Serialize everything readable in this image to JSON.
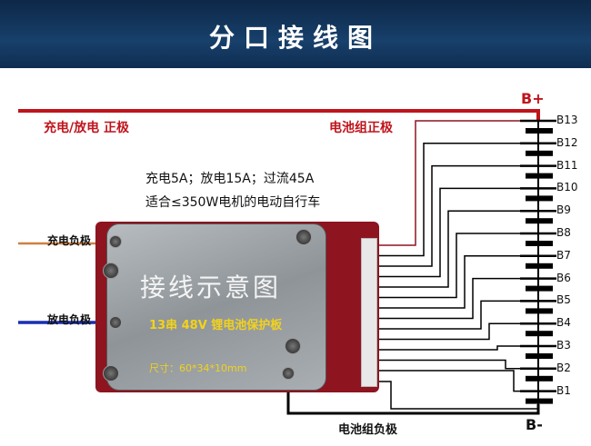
{
  "header": {
    "title": "分口接线图"
  },
  "labels": {
    "b_plus": "B+",
    "b_minus": "B-",
    "charge_discharge_positive": "充电/放电 正极",
    "pack_positive": "电池组正极",
    "charge_negative": "充电负极",
    "discharge_negative": "放电负极",
    "pack_negative": "电池组负极"
  },
  "specs": {
    "line1": "充电5A；放电15A；过流45A",
    "line2": "适合≤350W电机的电动自行车"
  },
  "board": {
    "title": "接线示意图",
    "subtitle": "13串 48V 锂电池保护板",
    "size": "尺寸：60*34*10mm"
  },
  "cells": [
    "B13",
    "B12",
    "B11",
    "B10",
    "B9",
    "B8",
    "B7",
    "B6",
    "B5",
    "B4",
    "B3",
    "B2",
    "B1"
  ],
  "colors": {
    "header": "#17406b",
    "positive_wire": "#c0141c",
    "charge_negative_wire": "#d08040",
    "discharge_negative_wire": "#1a2fb0",
    "balance_wire": "#000000"
  }
}
